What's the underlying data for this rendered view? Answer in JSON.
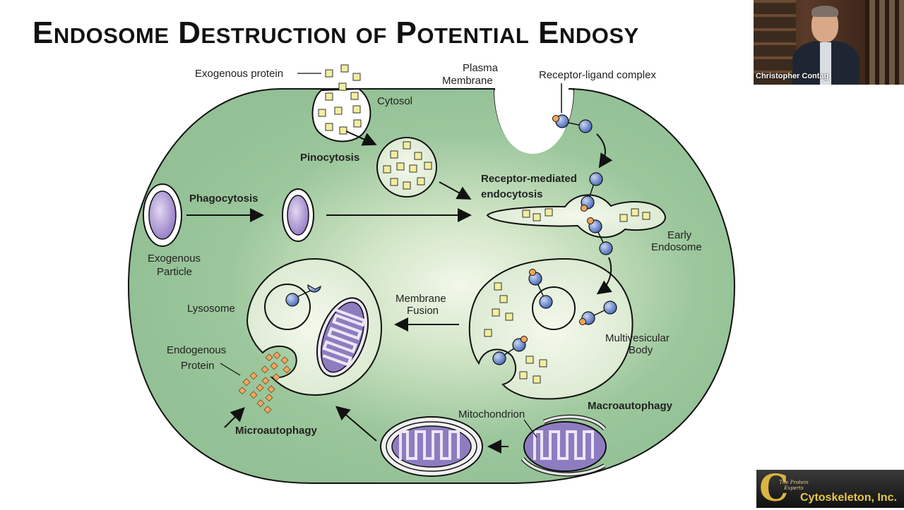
{
  "slide": {
    "title": "Endosome Destruction of Potential Endosy"
  },
  "diagram": {
    "labels": {
      "exogenous_protein": "Exogenous protein",
      "cytosol": "Cytosol",
      "plasma_membrane_1": "Plasma",
      "plasma_membrane_2": "Membrane",
      "receptor_ligand_complex": "Receptor-ligand complex",
      "pinocytosis": "Pinocytosis",
      "receptor_mediated_1": "Receptor-mediated",
      "receptor_mediated_2": "endocytosis",
      "phagocytosis": "Phagocytosis",
      "exogenous_particle_1": "Exogenous",
      "exogenous_particle_2": "Particle",
      "early_endosome_1": "Early",
      "early_endosome_2": "Endosome",
      "lysosome": "Lysosome",
      "membrane_fusion_1": "Membrane",
      "membrane_fusion_2": "Fusion",
      "multivesicular_body_1": "Multivesicular",
      "multivesicular_body_2": "Body",
      "endogenous_protein_1": "Endogenous",
      "endogenous_protein_2": "Protein",
      "microautophagy": "Microautophagy",
      "mitochondrion": "Mitochondrion",
      "macroautophagy": "Macroautophagy"
    },
    "colors": {
      "cell_fill": "#9cc79c",
      "cell_center": "#eef5e6",
      "protein_yellow": "#f2ee9e",
      "protein_orange": "#f3a65a",
      "receptor_blue": "#6d8bd0",
      "mitochondrion_purple": "#8e7cc0",
      "particle_purple": "#b7a3d9"
    }
  },
  "video": {
    "presenter_name": "Christopher Contag"
  },
  "logo": {
    "tagline": "The Protein Experts",
    "company": "Cytoskeleton, Inc."
  }
}
